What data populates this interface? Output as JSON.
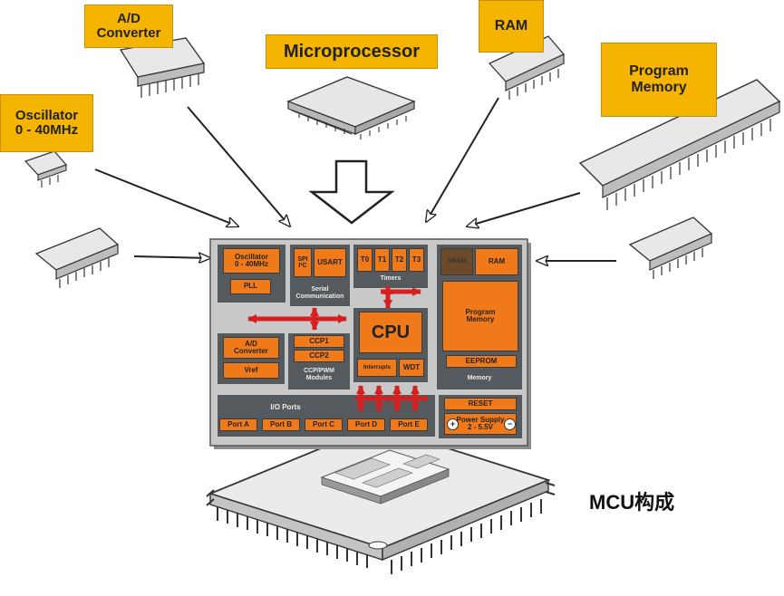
{
  "labels": {
    "ad_converter": "A/D\nConverter",
    "microprocessor": "Microprocessor",
    "ram": "RAM",
    "program_memory": "Program\nMemory",
    "oscillator": "Oscillator\n0 - 40MHz"
  },
  "board": {
    "oscillator": "Oscillator\n0 - 40MHz",
    "pll": "PLL",
    "spi": "SPI\nI²C",
    "usart": "USART",
    "serial_comm": "Serial\nCommunication",
    "t0": "T0",
    "t1": "T1",
    "t2": "T2",
    "t3": "T3",
    "timers": "Timers",
    "sram": "SRAM",
    "ram": "RAM",
    "program_memory": "Program\nMemory",
    "eeprom": "EEPROM",
    "memory": "Memory",
    "cpu": "CPU",
    "interrupts": "Interrupts",
    "wdt": "WDT",
    "ad_converter": "A/D\nConverter",
    "vref": "Vref",
    "ccp1": "CCP1",
    "ccp2": "CCP2",
    "ccp_modules": "CCP/PWM\nModules",
    "io_ports": "I/O Ports",
    "port_a": "Port A",
    "port_b": "Port B",
    "port_c": "Port C",
    "port_d": "Port D",
    "port_e": "Port E",
    "reset": "RESET",
    "power_supply": "Power Supply\n2 - 5.5V",
    "plus": "+",
    "minus": "−"
  },
  "caption": "MCU构成",
  "colors": {
    "label_bg": "#f5b400",
    "block_orange": "#f07a1a",
    "board_gray": "#c8c8c8",
    "panel_dark": "#555a5e",
    "arrow_red": "#d42020"
  }
}
